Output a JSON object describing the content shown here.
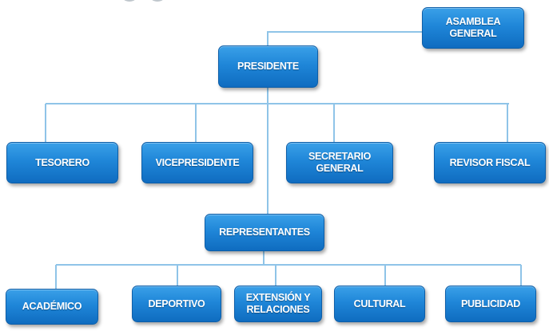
{
  "org_chart": {
    "nodes": {
      "asamblea": "ASAMBLEA\nGENERAL",
      "presidente": "PRESIDENTE",
      "tesorero": "TESORERO",
      "vicepresidente": "VICEPRESIDENTE",
      "secretario": "SECRETARIO\nGENERAL",
      "revisor": "REVISOR FISCAL",
      "representantes": "REPRESENTANTES",
      "academico": "ACADÉMICO",
      "deportivo": "DEPORTIVO",
      "extension": "EXTENSIÓN Y\nRELACIONES",
      "cultural": "CULTURAL",
      "publicidad": "PUBLICIDAD"
    },
    "colors": {
      "box_fill": "#1f86d8",
      "box_border": "#0d5ea8",
      "connector": "#8fc4e8",
      "text": "#ffffff"
    }
  }
}
